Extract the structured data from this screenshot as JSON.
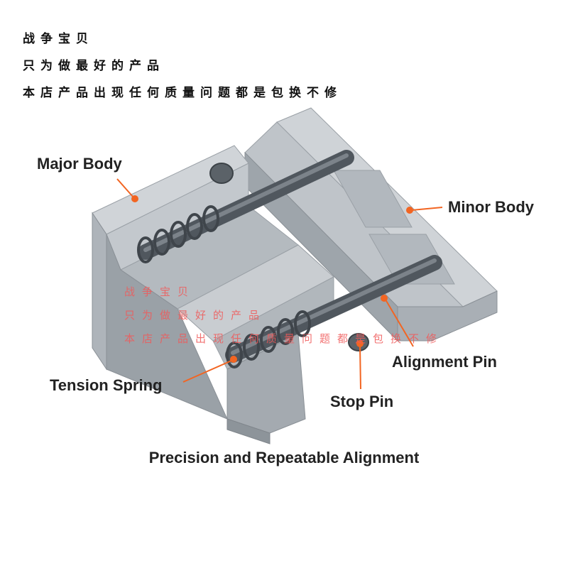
{
  "header": {
    "line1": "战争宝贝",
    "line2": "只为做最好的产品",
    "line3": "本店产品出现任何质量问题都是包换不修"
  },
  "watermark": {
    "line1": "战争宝贝",
    "line2": "只为做最好的产品",
    "line3": "本店产品出现任何质量问题都是包换不修"
  },
  "labels": {
    "major_body": "Major Body",
    "minor_body": "Minor Body",
    "alignment_pin": "Alignment Pin",
    "tension_spring": "Tension Spring",
    "stop_pin": "Stop Pin"
  },
  "caption": "Precision and Repeatable Alignment",
  "colors": {
    "leader": "#f26522",
    "body_light": "#c9cdd2",
    "body_mid": "#aab0b6",
    "body_dark": "#8e959c",
    "pin": "#5f666d",
    "watermark": "#f05a5a"
  }
}
